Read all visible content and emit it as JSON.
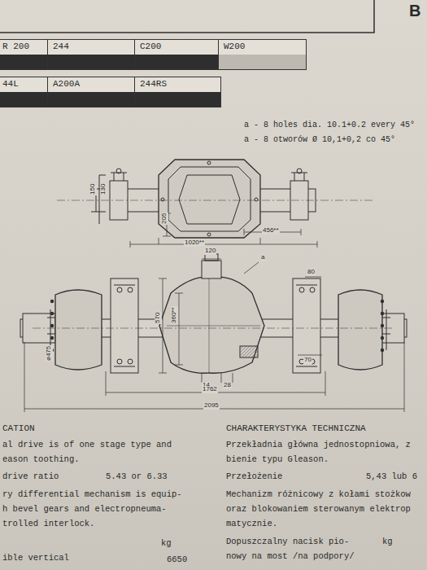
{
  "diagram": {
    "nodes": [
      {
        "text": [
          "R 200"
        ]
      },
      {
        "text": [
          "244"
        ]
      },
      {
        "text": [
          "C200"
        ]
      },
      {
        "text": [
          "W200"
        ]
      },
      {
        "text": [
          "44L"
        ]
      },
      {
        "text": [
          "A200A"
        ]
      },
      {
        "text": [
          "244RS"
        ]
      }
    ],
    "labels": [
      "B",
      "a - 8 holes dia. 10.1+0.2 every 45°",
      "a - 8 otworów Ø 10,1+0,2 co 45°",
      "150",
      "130",
      "205",
      "1020**",
      "456**",
      "120",
      "a",
      "80",
      "570",
      "360**",
      "ø475",
      "14",
      "28",
      "1762",
      "2095",
      "70",
      "CATION",
      "al drive is of one stage type and",
      "eason toothing.",
      "drive ratio",
      "5.43 or 6.33",
      "ry differential mechanism is equip-",
      "h bevel gears and electropneuma-",
      "trolled interlock.",
      "ible vertical",
      "kg",
      "6650",
      "CHARAKTERYSTYKA TECHNICZNA",
      "Przekładnia główna jednostopniowa, z",
      "bienie typu Gleason.",
      "Przełożenie",
      "5,43 lub 6",
      "Mechanizm różnicowy z kołami stożkow",
      "oraz blokowaniem sterowanym elektrop",
      "matycznie.",
      "Dopuszczalny nacisk pio-",
      "kg",
      "nowy na most /na podpory/"
    ]
  }
}
